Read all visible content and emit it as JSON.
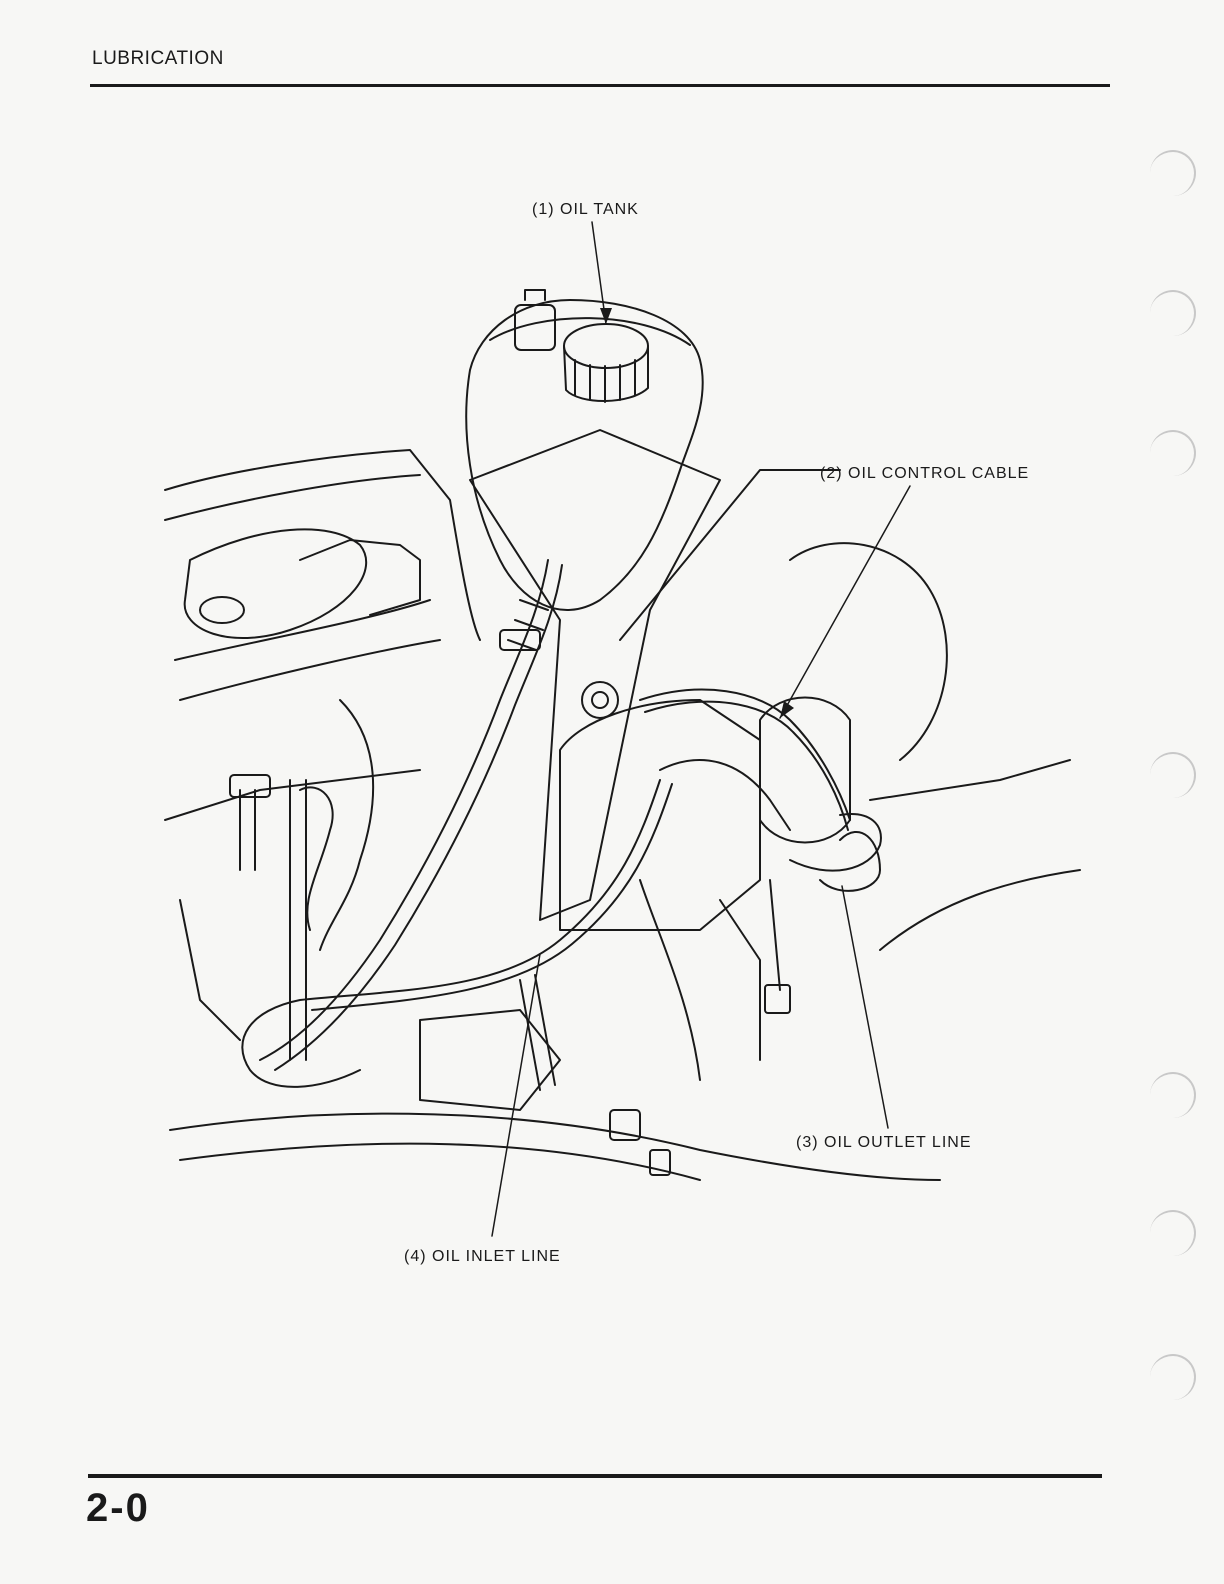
{
  "header": {
    "section_title": "LUBRICATION"
  },
  "callouts": {
    "oil_tank": "(1) OIL TANK",
    "oil_control_cable": "(2) OIL CONTROL CABLE",
    "oil_outlet_line": "(3) OIL OUTLET LINE",
    "oil_inlet_line": "(4) OIL INLET LINE"
  },
  "footer": {
    "page_number": "2-0"
  }
}
